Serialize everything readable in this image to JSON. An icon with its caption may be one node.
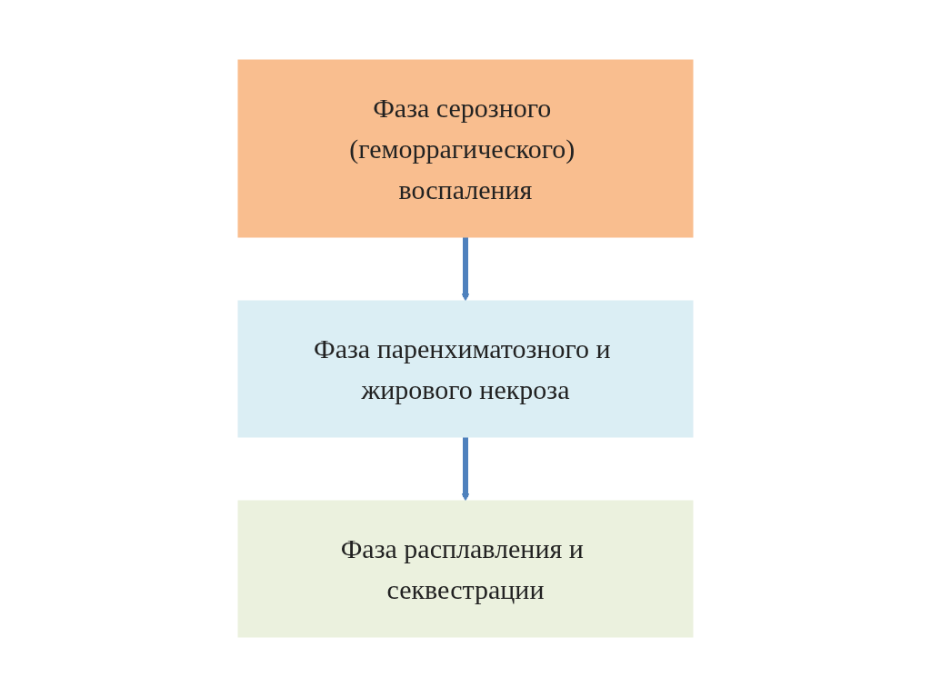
{
  "diagram": {
    "nodes": [
      {
        "text": [
          "Фаза серозного (геморрагического) воспаления"
        ]
      },
      {
        "text": [
          "Фаза паренхиматозного и жирового некроза"
        ]
      },
      {
        "text": [
          "Фаза расплавления и секвестрации"
        ]
      }
    ],
    "edges": [
      {
        "from": 0,
        "to": 1,
        "arrow": "to"
      },
      {
        "from": 1,
        "to": 2,
        "arrow": "to"
      }
    ]
  }
}
